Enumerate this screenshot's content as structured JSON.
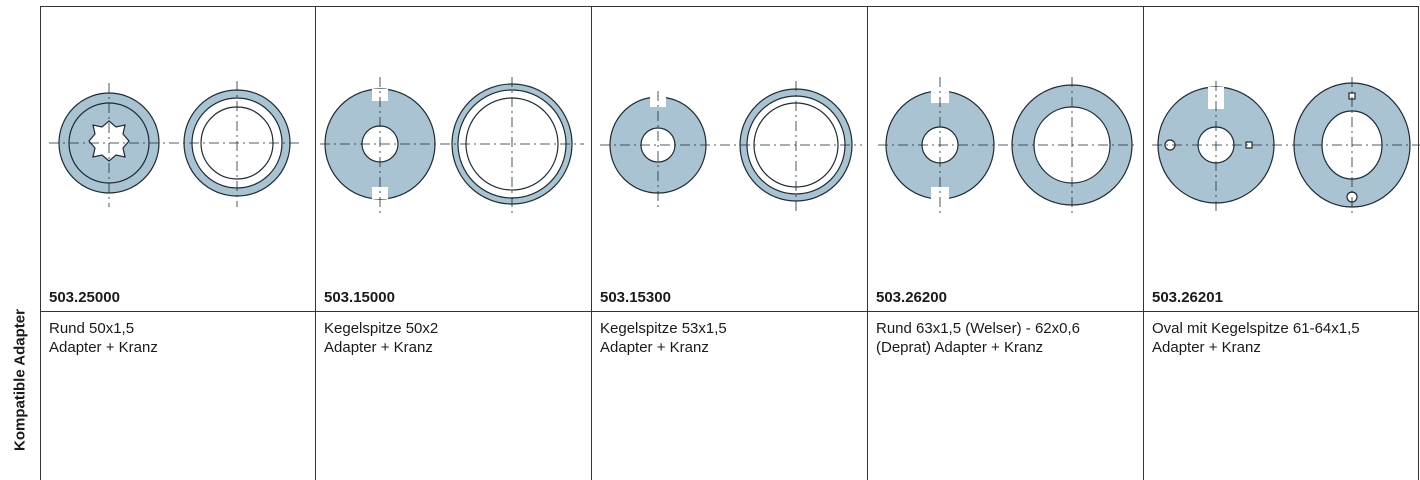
{
  "side_label": "Kompatible Adapter",
  "colors": {
    "part_fill": "#a9c3d3",
    "part_stroke": "#1f2a33",
    "grid": "#333333"
  },
  "products": [
    {
      "code": "503.25000",
      "line1": "Rund 50x1,5",
      "line2": "Adapter + Kranz",
      "icon": "round-adapter-ring-icon"
    },
    {
      "code": "503.15000",
      "line1": "Kegelspitze 50x2",
      "line2": "Adapter + Kranz",
      "icon": "cone-tip-adapter-ring-icon"
    },
    {
      "code": "503.15300",
      "line1": "Kegelspitze 53x1,5",
      "line2": "Adapter + Kranz",
      "icon": "cone-tip-adapter-ring-icon"
    },
    {
      "code": "503.26200",
      "line1": "Rund 63x1,5 (Welser) - 62x0,6",
      "line2": "(Deprat) Adapter + Kranz",
      "icon": "round-adapter-ring-icon"
    },
    {
      "code": "503.26201",
      "line1": "Oval mit Kegelspitze 61-64x1,5",
      "line2": "Adapter + Kranz",
      "icon": "oval-adapter-ring-icon"
    }
  ]
}
